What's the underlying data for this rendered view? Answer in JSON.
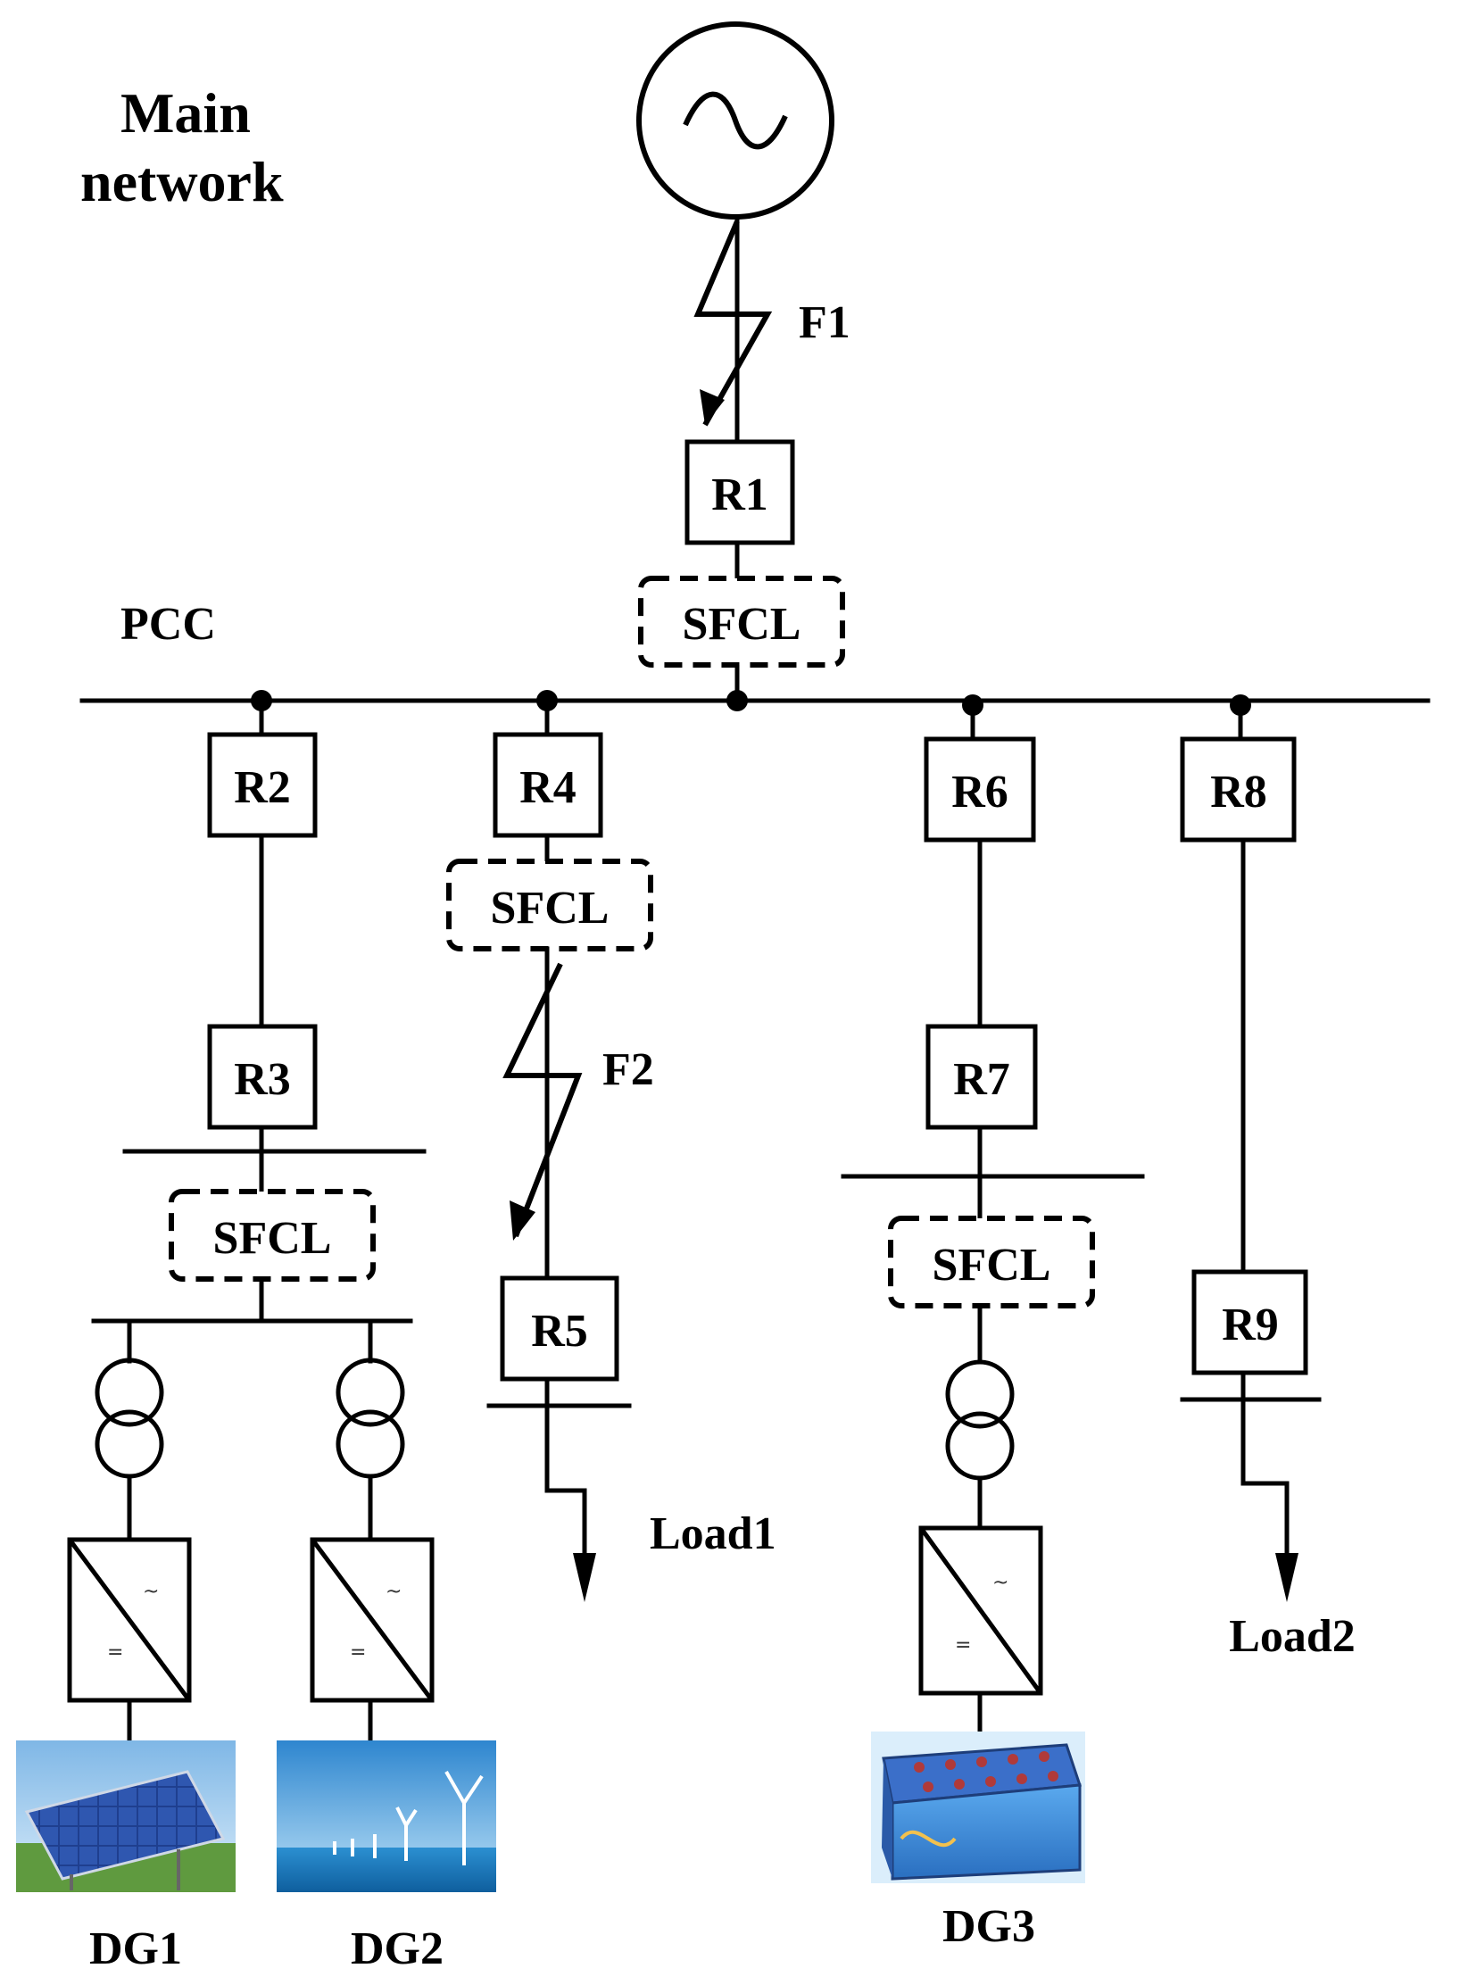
{
  "title": {
    "line1": "Main",
    "line2": "network"
  },
  "pcc_label": "PCC",
  "faults": {
    "f1": "F1",
    "f2": "F2"
  },
  "relays": {
    "r1": "R1",
    "r2": "R2",
    "r3": "R3",
    "r4": "R4",
    "r5": "R5",
    "r6": "R6",
    "r7": "R7",
    "r8": "R8",
    "r9": "R9"
  },
  "sfcl": {
    "label": "SFCL"
  },
  "loads": {
    "load1": "Load1",
    "load2": "Load2"
  },
  "generators": {
    "dg1": "DG1",
    "dg2": "DG2",
    "dg3": "DG3"
  },
  "converter_symbols": {
    "ac": "~",
    "dc": "="
  },
  "pictures": {
    "dg1": "solar-panel-array",
    "dg2": "offshore-wind-turbines",
    "dg3": "battery-storage"
  }
}
